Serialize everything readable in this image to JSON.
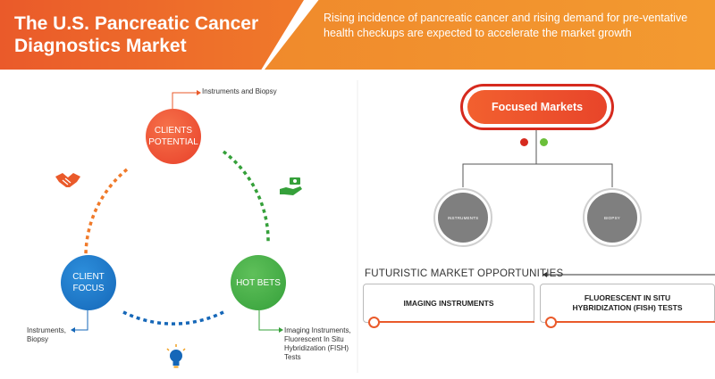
{
  "header": {
    "title": "The U.S. Pancreatic Cancer Diagnostics Market",
    "description": "Rising incidence of pancreatic cancer and rising demand for pre-ventative health checkups are expected to accelerate the market growth"
  },
  "cycle": {
    "clients_potential": "CLIENTS POTENTIAL",
    "client_focus": "CLIENT FOCUS",
    "hot_bets": "HOT BETS",
    "clients_potential_note": "Instruments and Biopsy",
    "client_focus_note": "Instruments, Biopsy",
    "hot_bets_note": "Imaging Instruments, Fluorescent In Situ Hybridization (FISH) Tests",
    "icons": [
      "handshake-icon",
      "money-hand-icon",
      "lightbulb-icon"
    ]
  },
  "focused": {
    "title": "Focused Markets",
    "left_circle": "INSTRUMENTS",
    "right_circle": "BIOPSY"
  },
  "futuristic": {
    "title": "FUTURISTIC MARKET OPPORTUNITIES",
    "items": [
      "IMAGING INSTRUMENTS",
      "FLUORESCENT IN SITU HYBRIDIZATION (FISH) TESTS"
    ]
  },
  "colors": {
    "orange": "#ea5a2a",
    "green": "#35a03a",
    "blue": "#1567b8",
    "red": "#d62a1e",
    "gray": "#7f7f7f"
  }
}
